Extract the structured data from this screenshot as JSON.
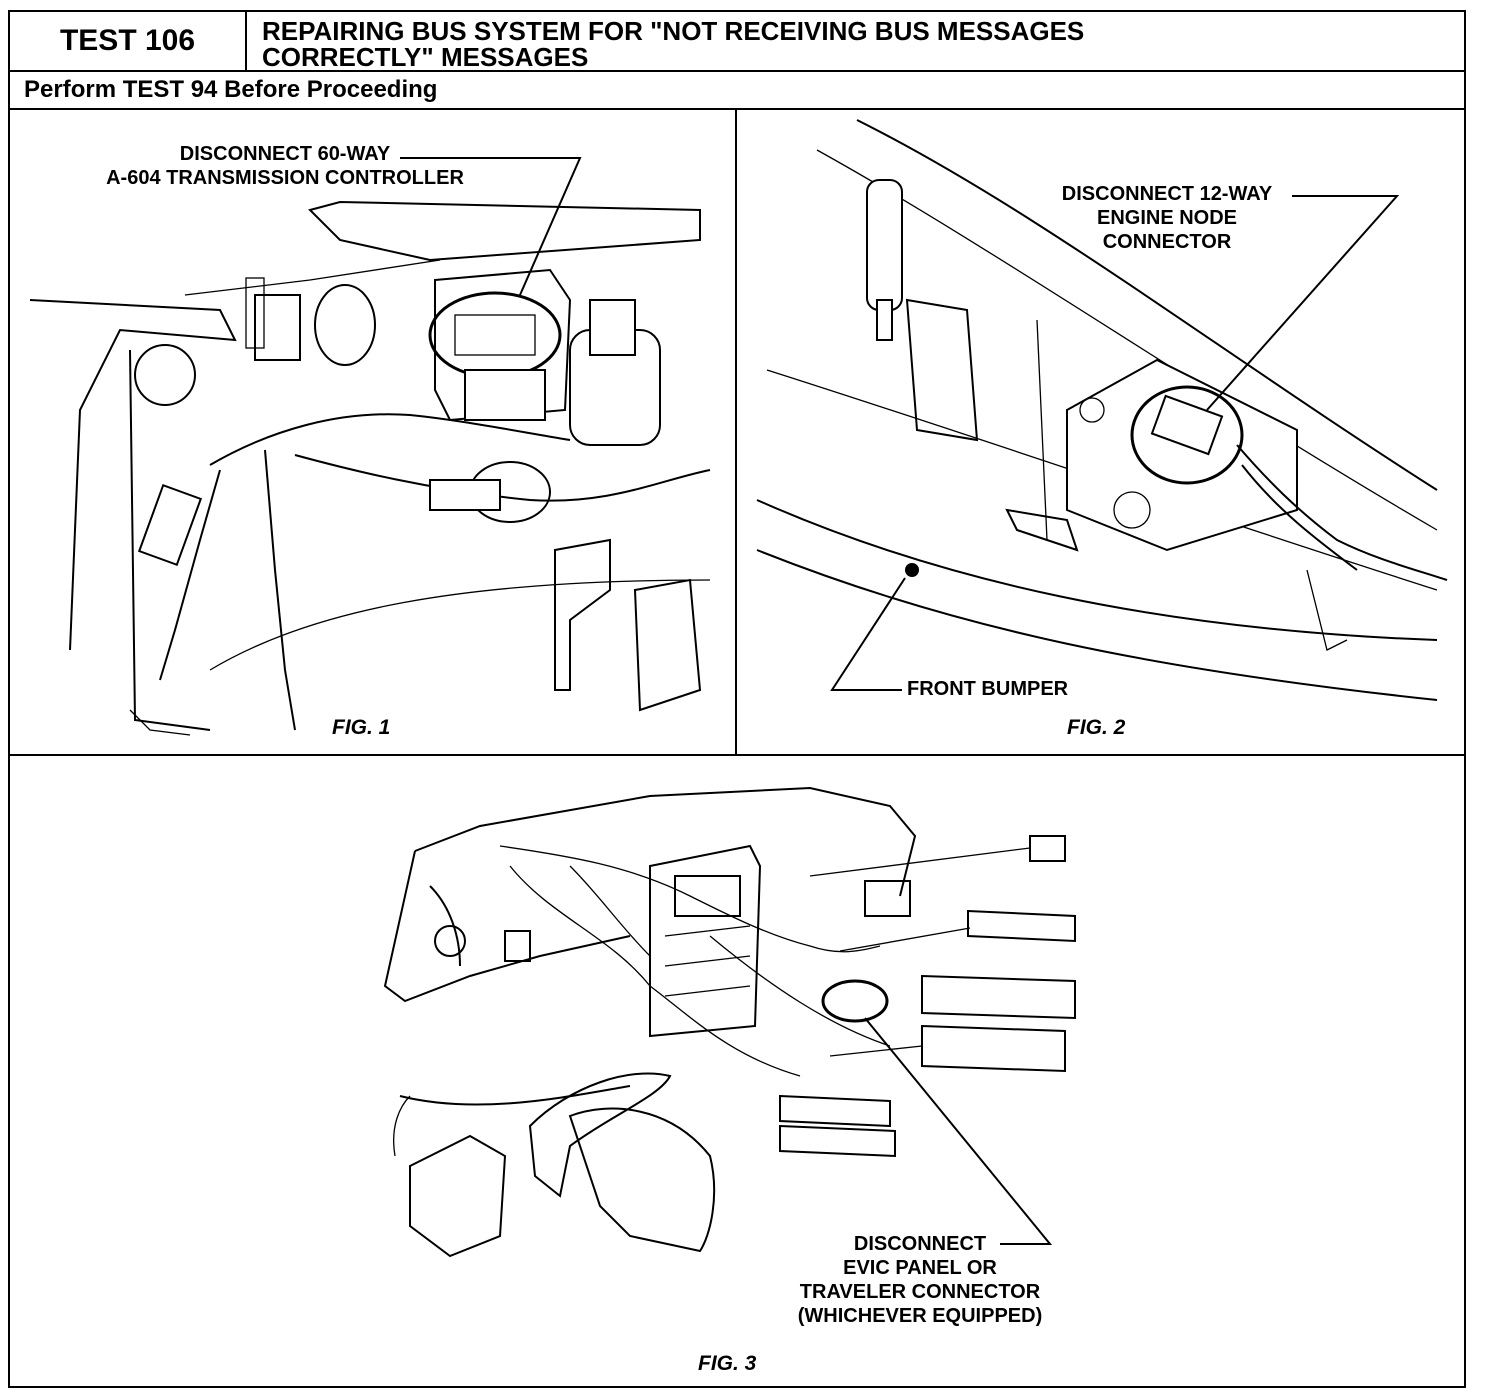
{
  "header": {
    "test_label": "TEST 106",
    "title_line1": "REPAIRING BUS SYSTEM FOR \"NOT RECEIVING BUS MESSAGES",
    "title_line2": "CORRECTLY\" MESSAGES",
    "prerequisite": "Perform TEST 94 Before Proceeding"
  },
  "figures": [
    {
      "caption": "FIG. 1",
      "callouts": [
        {
          "lines": [
            "DISCONNECT 60-WAY",
            "A-604 TRANSMISSION CONTROLLER"
          ]
        }
      ]
    },
    {
      "caption": "FIG. 2",
      "callouts": [
        {
          "lines": [
            "DISCONNECT 12-WAY",
            "ENGINE NODE",
            "CONNECTOR"
          ]
        },
        {
          "lines": [
            "FRONT BUMPER"
          ]
        }
      ]
    },
    {
      "caption": "FIG. 3",
      "callouts": [
        {
          "lines": [
            "DISCONNECT",
            "EVIC PANEL OR",
            "TRAVELER CONNECTOR",
            "(WHICHEVER EQUIPPED)"
          ]
        }
      ]
    }
  ]
}
